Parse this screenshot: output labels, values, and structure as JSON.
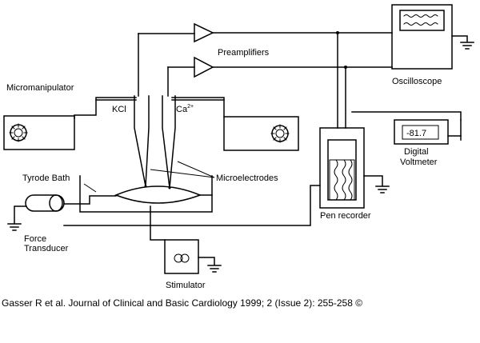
{
  "labels": {
    "preamplifiers": "Preamplifiers",
    "oscilloscope": "Oscilloscope",
    "micromanipulator": "Micromanipulator",
    "kcl": "KCl",
    "ca": "Ca",
    "ca_sup": "2+",
    "digital": "Digital",
    "voltmeter": "Voltmeter",
    "voltmeter_reading": "-81.7",
    "tyrode_bath": "Tyrode Bath",
    "microelectrodes": "Microelectrodes",
    "pen_recorder": "Pen recorder",
    "force": "Force",
    "transducer": "Transducer",
    "stimulator": "Stimulator"
  },
  "caption": "Gasser R et al. Journal of Clinical and Basic Cardiology 1999; 2 (Issue 2): 255-258 ©"
}
